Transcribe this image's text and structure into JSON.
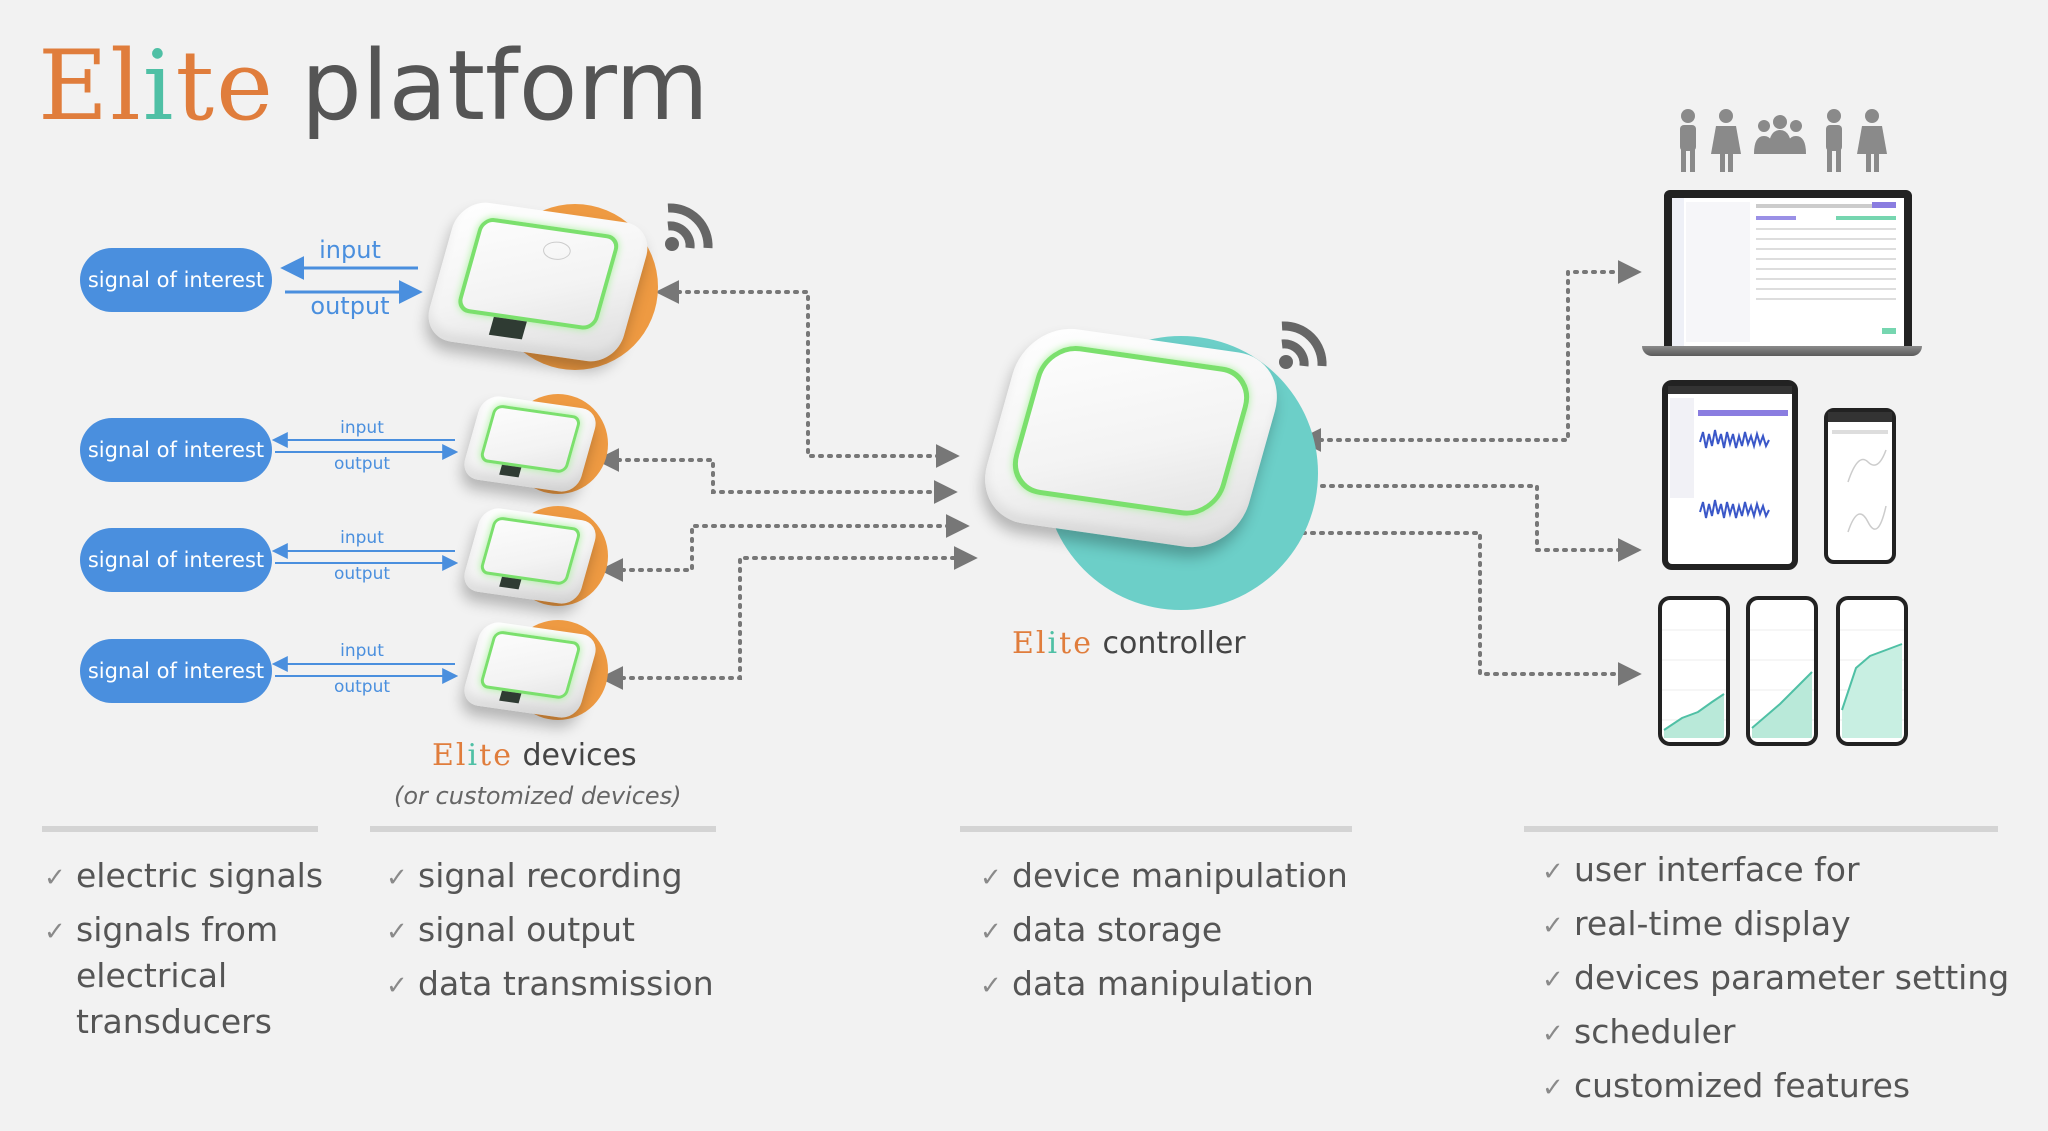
{
  "title": {
    "brand": "Elite",
    "rest": "platform"
  },
  "signals": [
    {
      "label": "signal of interest",
      "input": "input",
      "output": "output"
    },
    {
      "label": "signal of interest",
      "input": "input",
      "output": "output"
    },
    {
      "label": "signal of interest",
      "input": "input",
      "output": "output"
    },
    {
      "label": "signal of interest",
      "input": "input",
      "output": "output"
    }
  ],
  "devices": {
    "brand": "Elite",
    "label": "devices",
    "sub": "(or customized devices)"
  },
  "controller": {
    "brand": "Elite",
    "label": "controller"
  },
  "colors": {
    "brand_orange": "#e07d3c",
    "brand_teal": "#4fc0a5",
    "pill_blue": "#4a8fde",
    "device_orange": "#ee9a42",
    "controller_teal": "#6ccfc8",
    "led_green": "#7be06d"
  },
  "icons": [
    "wifi-icon",
    "person-icon",
    "group-icon",
    "checkmark-icon",
    "arrow-icon"
  ],
  "columns": [
    {
      "items": [
        "electric signals",
        "signals from electrical transducers"
      ]
    },
    {
      "items": [
        "signal recording",
        "signal output",
        "data transmission"
      ]
    },
    {
      "items": [
        "device manipulation",
        "data storage",
        "data manipulation"
      ]
    },
    {
      "items": [
        "user interface for",
        "real-time display",
        "devices parameter setting",
        "scheduler",
        "customized features"
      ]
    }
  ],
  "check": "✓"
}
